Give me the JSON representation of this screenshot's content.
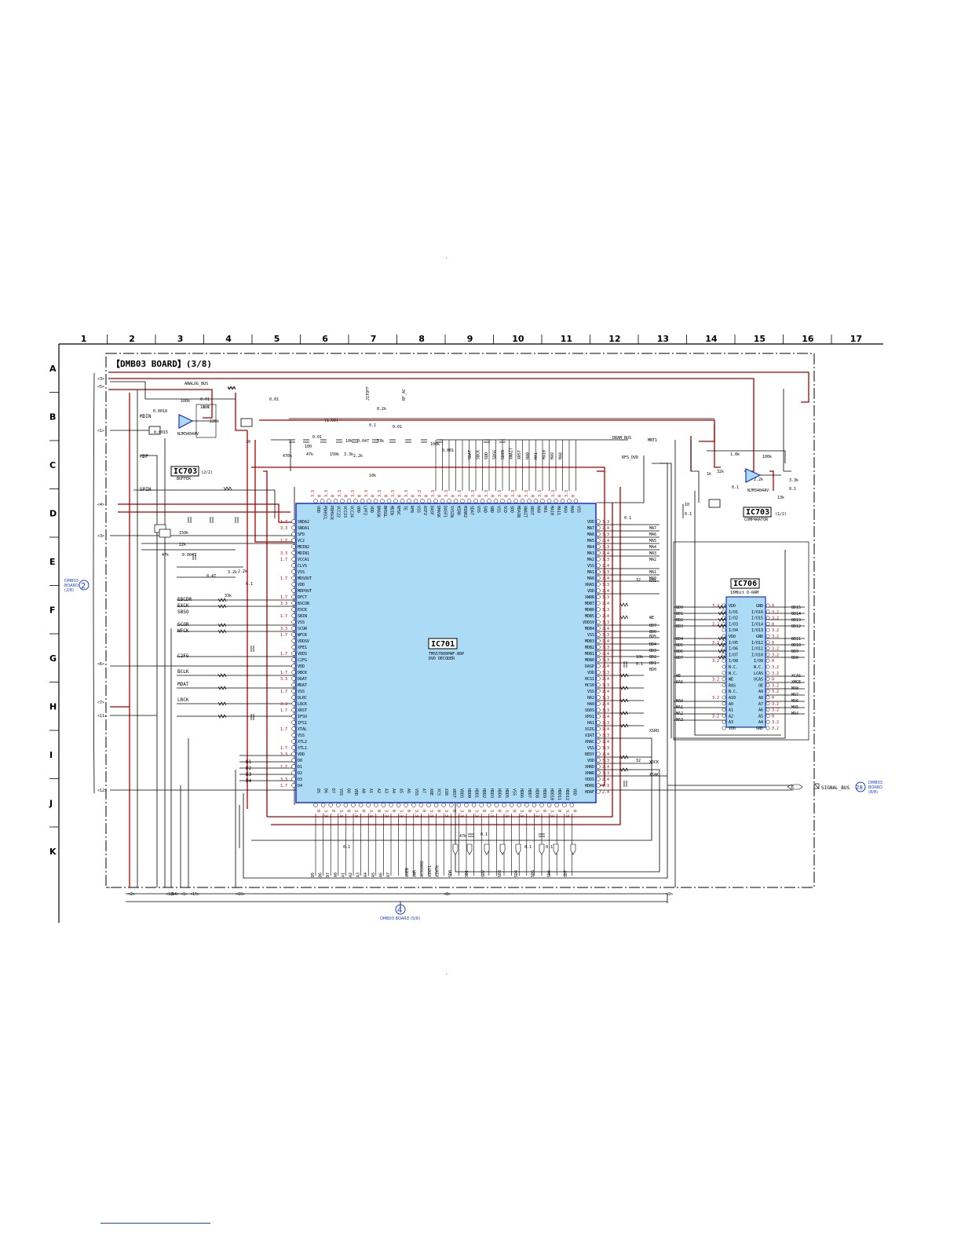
{
  "board": {
    "title": "【DMB03 BOARD】(3/8)"
  },
  "grid": {
    "columns": [
      "1",
      "2",
      "3",
      "4",
      "5",
      "6",
      "7",
      "8",
      "9",
      "10",
      "11",
      "12",
      "13",
      "14",
      "15",
      "16",
      "17"
    ],
    "rows": [
      "A",
      "B",
      "C",
      "D",
      "E",
      "F",
      "G",
      "H",
      "I",
      "J",
      "K"
    ]
  },
  "ic701": {
    "name": "IC701",
    "part": "TMS57800PWF-80P",
    "function": "DVD DECODER",
    "left_pins": [
      "SNDA2",
      "SNDA1",
      "SFD",
      "VC2",
      "MDIN2",
      "MDIN1",
      "VCCA1",
      "CLVS",
      "VSS",
      "MDSOUT",
      "VDD",
      "MDPOUT",
      "DFCT",
      "BSCOR",
      "EXCK",
      "SBIN",
      "VSS",
      "SCOR",
      "WFCK",
      "VDDSV",
      "XFE1",
      "VDDS",
      "C2FG",
      "VDD",
      "DBCK",
      "DDAT",
      "MDAT",
      "VSS",
      "DLRC",
      "LRCK",
      "XRST",
      "IFS0",
      "IFS1",
      "XTAL",
      "VSS",
      "XTL2",
      "XTL1",
      "VDD",
      "D0",
      "D1",
      "D2",
      "D3",
      "D4"
    ],
    "right_pins": [
      "VDD",
      "MA7",
      "MA6",
      "MA5",
      "MA4",
      "MA3",
      "MA2",
      "VSS",
      "MA1",
      "MA0",
      "XRAS",
      "VDD",
      "XWRR",
      "MDB7",
      "MDB6",
      "MDB5",
      "VDDSV",
      "MDB4",
      "VSS",
      "MDB3",
      "MDB2",
      "MDB1",
      "MDB0",
      "DASP",
      "VDD",
      "HCS1",
      "HCS0",
      "VSS",
      "HA2",
      "HA0",
      "VDDS",
      "XPD1",
      "HA1",
      "XSIG",
      "XIRT",
      "XHAC",
      "VSS",
      "REDY",
      "VDD",
      "XHRD",
      "XHWR",
      "VDDS",
      "HDRQ",
      "HDRF"
    ],
    "top_pins": [
      "VDD",
      "PDHSCL",
      "PDHSCK",
      "VCC22",
      "VCC23",
      "VCC24",
      "VDD",
      "LPF2",
      "VDD",
      "BMASK",
      "BHSGL",
      "MDIN",
      "RFDC",
      "TE",
      "RFR",
      "VSS",
      "ASF2",
      "DASF",
      "DMASK",
      "DASF1",
      "SYSIN",
      "MIRR",
      "MIRR2",
      "SDAT",
      "VSS",
      "SAD",
      "SBD",
      "VSS",
      "SCD",
      "SDD",
      "MDAIN",
      "XWAIT",
      "XRST",
      "HA0",
      "HA1",
      "MA10",
      "MA11",
      "MA9",
      "MA8",
      "VSS"
    ],
    "bottom_pins": [
      "D5",
      "D6",
      "D7",
      "VSS",
      "D8",
      "VDD",
      "A0",
      "A1",
      "A2",
      "A3",
      "A4",
      "A5",
      "A6",
      "VSS",
      "A7",
      "XOE",
      "XCS",
      "XIR",
      "XRST",
      "VDDS",
      "HDD0",
      "HDD1",
      "HDD2",
      "HDD3",
      "HDD4",
      "HDD5",
      "VSS",
      "HDD6",
      "HDD7",
      "HDD8",
      "HDD9",
      "HDD10",
      "HDD11",
      "HDD12",
      "VDD"
    ]
  },
  "ic703_buffer": {
    "name": "IC703",
    "sub": "(2/2)",
    "function": "BUFFER",
    "part": "NJM3404AV"
  },
  "ic703_comparator": {
    "name": "IC703",
    "sub": "(1/2)",
    "function": "COMPARATOR",
    "part": "NJM3404AV"
  },
  "ic706": {
    "name": "IC706",
    "function": "16Mbit D-RAM",
    "left_pins": [
      "VDD",
      "I/O1",
      "I/O2",
      "I/O3",
      "I/O4",
      "VDD",
      "I/O5",
      "I/O6",
      "I/O7",
      "I/O8",
      "N.C.",
      "N.C.",
      "WE",
      "RAS",
      "N.C.",
      "A10",
      "A0",
      "A1",
      "A2",
      "A3",
      "VDD"
    ],
    "right_pins": [
      "GND",
      "I/O16",
      "I/O15",
      "I/O14",
      "I/O13",
      "GND",
      "I/O12",
      "I/O11",
      "I/O10",
      "I/O9",
      "N.C.",
      "LCAS",
      "UCAS",
      "OE",
      "A9",
      "A8",
      "A7",
      "A6",
      "A5",
      "A4",
      "GND"
    ],
    "left_nets": [
      "BD0",
      "BD1",
      "BD2",
      "BD3",
      "BD4",
      "BD5",
      "BD6",
      "BD7",
      "WE",
      "RAS",
      "MA0",
      "MA1",
      "MA2",
      "MA3"
    ],
    "right_nets": [
      "BD15",
      "BD14",
      "BD13",
      "BD12",
      "BD11",
      "BD10",
      "BD9",
      "BD8",
      "XCAS",
      "XMCE",
      "MA8",
      "MA7",
      "MA6",
      "MA5",
      "MA4"
    ]
  },
  "left_side": {
    "signals": [
      "MDIN",
      "MDP",
      "SPIN",
      "EBCDR",
      "EXCK",
      "SBSO",
      "SCOR",
      "WFCK",
      "C2FG",
      "BCLK",
      "MDAT",
      "LRCK",
      "D1",
      "D2",
      "D3",
      "D4"
    ],
    "values": [
      "0.0018",
      "0.0015",
      "100k",
      "100k",
      "120k",
      "0.01",
      "10",
      "150k",
      "47k",
      "0.0047",
      "0.47",
      "22k",
      "3.2k",
      "1.7",
      "2.2k",
      "33k",
      "0.1",
      "0.01"
    ],
    "connector_pins": [
      "<3>",
      "<5>",
      "<1>",
      "<4>",
      "<3>",
      "<6>",
      "<7>",
      "<11>",
      "<12>"
    ]
  },
  "top_nets": {
    "labels": [
      "J1TOFF",
      "RF_AC",
      "ANALOG_BUS",
      "DRAM_BUS",
      "RFS_DVD",
      "(1.6V)",
      "MNT1"
    ],
    "top_pin_signals": [
      "SDAT",
      "SBCK",
      "SDD",
      "SDSG",
      "SDIN",
      "XWAIT",
      "XRST",
      "HA0",
      "HA1",
      "MA10",
      "MA9",
      "MA8"
    ],
    "values": [
      "0.1",
      "3.3k",
      "0.01",
      "47k",
      "150k",
      "10k",
      "0.047",
      "33k",
      "470k",
      "100",
      "8.2k",
      "100k",
      "0.01",
      "2.2k",
      "10k",
      "0.001"
    ]
  },
  "right_side": {
    "nets": [
      "MA7",
      "MA6",
      "MA5",
      "MA4",
      "MA3",
      "MA2",
      "MA1",
      "MA0",
      "RAS",
      "WE",
      "BD7",
      "BD6",
      "BD5",
      "BD4",
      "BD3",
      "BD2",
      "BD1",
      "BD0",
      "XSRQ",
      "XDCK",
      "XSAK"
    ],
    "resistors": [
      "0.1",
      "32",
      "10k",
      "0.1",
      "32"
    ],
    "comparator_values": [
      "1.8k",
      "1k",
      "32k",
      "0.1",
      "100k",
      "0.1",
      "3.3k",
      "13k",
      "2.2k",
      "10",
      "0.1"
    ]
  },
  "bottom_nets": {
    "labels": [
      "D5",
      "D6",
      "D7",
      "A0",
      "A1",
      "A2",
      "A3",
      "A4",
      "A5",
      "A6",
      "A7",
      "XOEB",
      "XWR",
      "XCS1802",
      "XINT1",
      "XINT0",
      "SD0",
      "SD1",
      "SD2",
      "SD3",
      "SD4",
      "SD5",
      "SD6",
      "SD7"
    ],
    "values": [
      "0.1",
      "0.1",
      "47k",
      "0.1",
      "0.1"
    ],
    "connector_pins": [
      "<2>",
      "<13>",
      "<14>",
      "<1>",
      "<15>",
      "<16>",
      "<8>",
      "<9>"
    ]
  },
  "off_page": {
    "left": {
      "number": "2",
      "label1": "DMB03",
      "label2": "BOARD",
      "label3": "(2/8)"
    },
    "bottom": {
      "number": "4",
      "label": "DMB03 BOARD (5/8)"
    },
    "right": {
      "number": "28",
      "label1": "DMB03",
      "label2": "BOARD",
      "label3": "(8/8)",
      "bus": "SIGNAL_BUS"
    }
  },
  "misc": {
    "dot_top": "·",
    "dot_bottom": "·"
  },
  "colors": {
    "ic_fill": "#acdcf5",
    "ic_border": "#1b2fc7",
    "wire_red": "#a80000",
    "wire_black": "#000000",
    "offpage_blue": "#1a3fd0"
  }
}
